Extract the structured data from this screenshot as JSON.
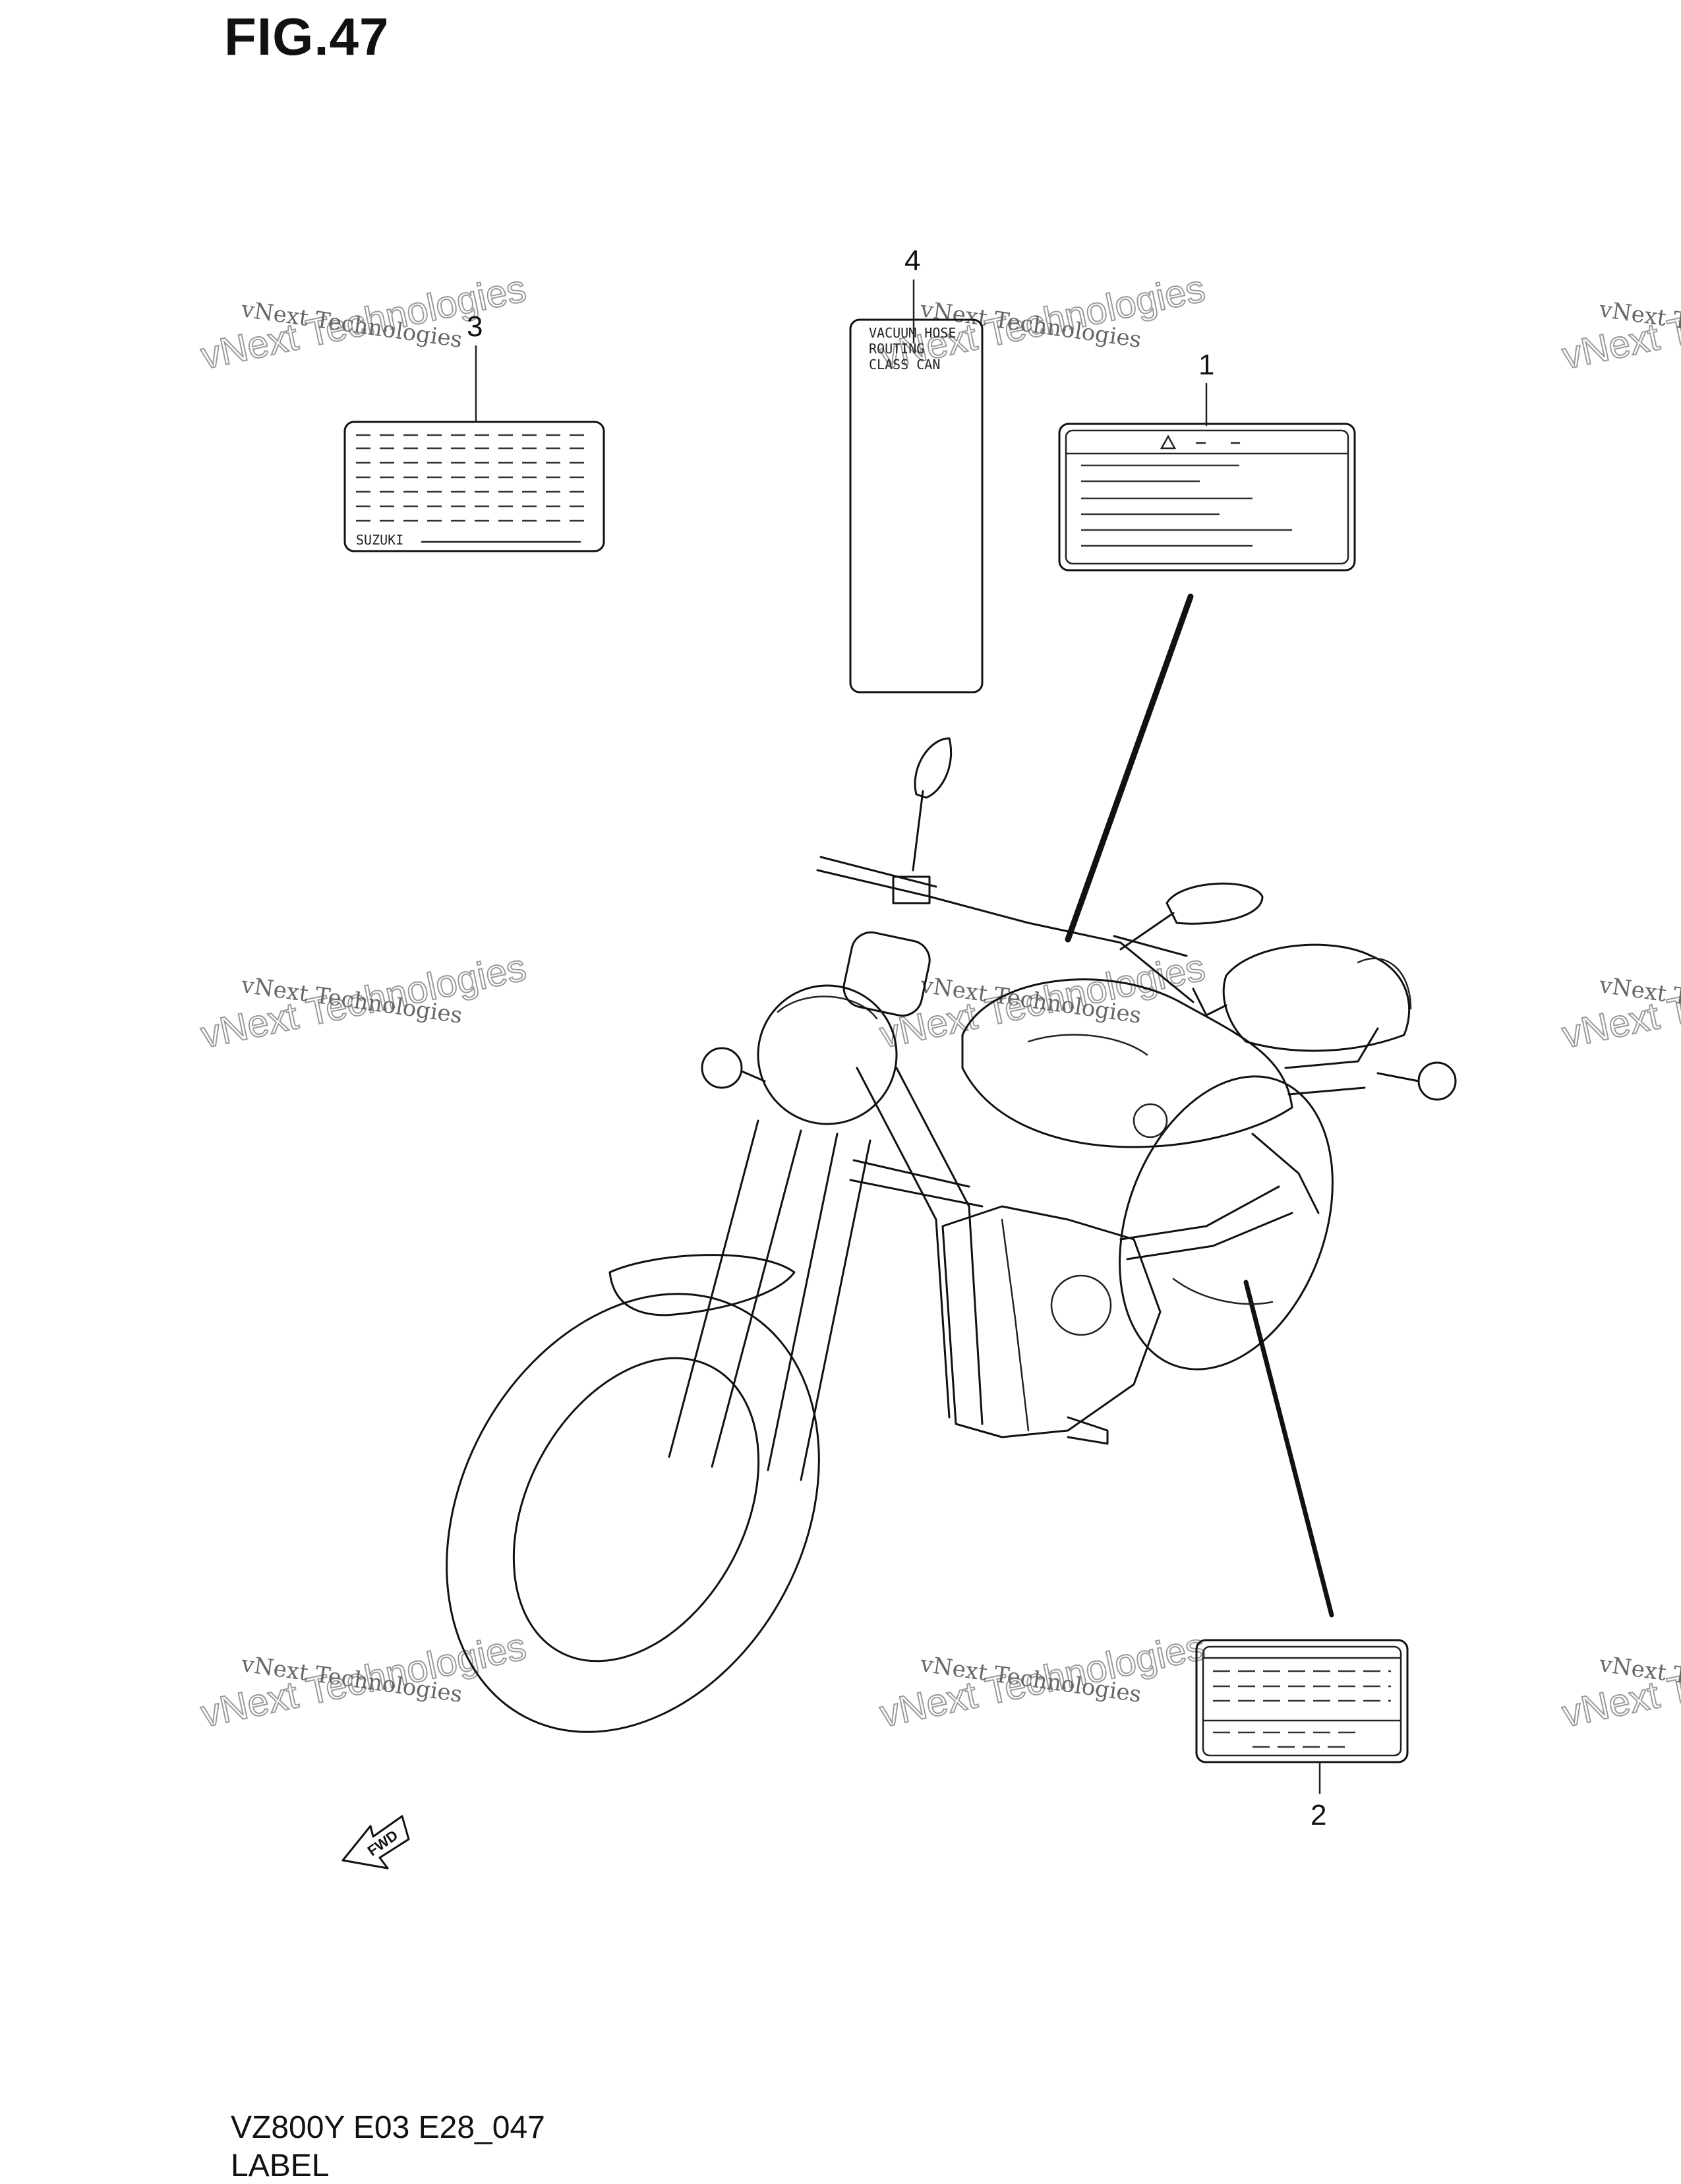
{
  "figure": {
    "title": "FIG.47",
    "code": "VZ800Y E03 E28_047",
    "name": "LABEL"
  },
  "callouts": [
    "1",
    "2",
    "3",
    "4"
  ],
  "label3_text": "SUZUKI",
  "label4_lines": [
    "VACUUM HOSE",
    "ROUTING",
    "CLASS CAN"
  ],
  "fwd_text": "FWD",
  "watermark": {
    "line1": "vNext Technologies",
    "line2": "vNext Technologies"
  }
}
